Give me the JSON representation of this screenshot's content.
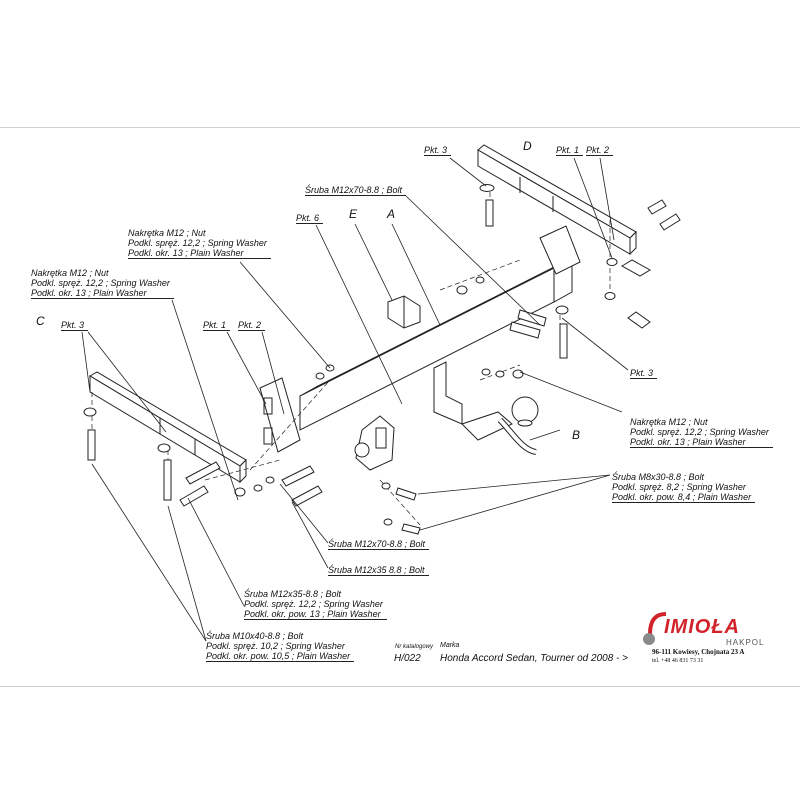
{
  "part_letters": {
    "A": "A",
    "B": "B",
    "C": "C",
    "D": "D",
    "E": "E"
  },
  "pkt": {
    "pkt1": "Pkt. 1",
    "pkt2": "Pkt. 2",
    "pkt3": "Pkt. 3",
    "pkt6": "Pkt. 6"
  },
  "callouts": {
    "bolt_m12x70_top": "Śruba M12x70-8.8 ;  Bolt",
    "nut_mid": [
      "Nakrętka  M12 ; Nut",
      "Podkl. spręż. 12,2 ; Spring Washer",
      "Podkl. okr. 13 ; Plain Washer"
    ],
    "nut_left": [
      "Nakrętka  M12 ; Nut",
      "Podkl. spręż. 12,2 ; Spring Washer",
      "Podkl. okr. 13 ; Plain Washer"
    ],
    "nut_right": [
      "Nakrętka  M12 ; Nut",
      "Podkl. spręż.  12,2 ; Spring Washer",
      "Podkl. okr. 13 ; Plain Washer"
    ],
    "bolt_m8": [
      "Śruba M8x30-8.8 ;  Bolt",
      "Podkl. spręż. 8,2 ; Spring Washer",
      "Podkl. okr. pow. 8,4 ; Plain Washer"
    ],
    "bolt_m12x70_bottom": "Śruba M12x70-8.8 ;  Bolt",
    "bolt_m12x35_short": "Śruba M12x35 8.8 ;  Bolt",
    "bolt_m12x35": [
      "Śruba M12x35-8.8 ;  Bolt",
      "Podkl. spręż. 12,2 ; Spring Washer",
      "Podkl. okr. pow. 13 ; Plain Washer"
    ],
    "bolt_m10": [
      "Śruba M10x40-8.8 ;  Bolt",
      "Podkl. spręż. 10,2 ; Spring Washer",
      "Podkl. okr. pow. 10,5 ; Plain Washer"
    ]
  },
  "footer": {
    "catalog_label": "Nr katalogowy",
    "brand_label": "Marka",
    "catalog_number": "H/022",
    "vehicle": "Honda Accord Sedan, Tourner   od 2008 - >",
    "logo_text": "IMIOŁA",
    "logo_subtext": "HAKPOL",
    "address": "96-111 Kowiesy, Chojnata 23 A",
    "phone": "tel. +48 46 831 73 31"
  },
  "colors": {
    "line": "#222222",
    "logo_red": "#d2232a",
    "logo_gray": "#8a8a8a"
  }
}
